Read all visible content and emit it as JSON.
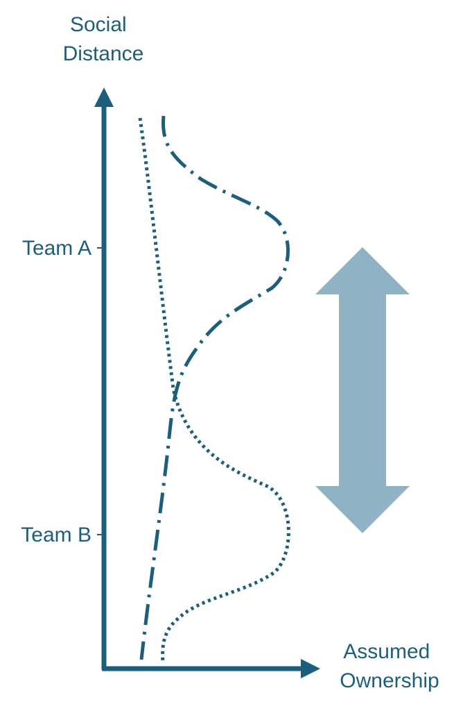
{
  "y_axis": {
    "title_lines": [
      "Social",
      "Distance"
    ],
    "ticks": [
      "Team A",
      "Team B"
    ]
  },
  "x_axis": {
    "title_lines": [
      "Assumed",
      "Ownership"
    ]
  },
  "curves": [
    {
      "id": "team-a-ownership",
      "style": "dash-dot",
      "peak_at": "Team A"
    },
    {
      "id": "team-b-ownership",
      "style": "dotted",
      "peak_at": "Team B"
    }
  ],
  "double_arrow": {
    "meaning": "distance between Team A and Team B"
  },
  "colors": {
    "axis": "#1b5f7e",
    "curve": "#1b5f7e",
    "text": "#1b5f7e",
    "double_arrow": "#8fb2c4",
    "background": "#ffffff"
  }
}
